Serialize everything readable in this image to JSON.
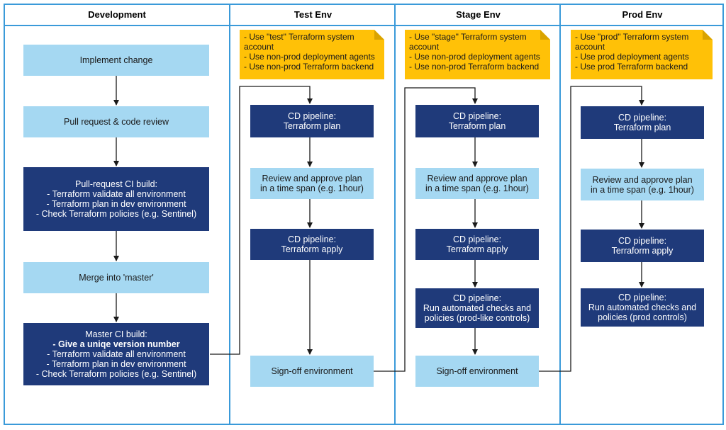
{
  "lanes": {
    "development": "Development",
    "test": "Test Env",
    "stage": "Stage Env",
    "prod": "Prod Env"
  },
  "development": {
    "implement": "Implement change",
    "pull_request": "Pull request & code review",
    "pr_ci_build": {
      "title": "Pull-request CI build:",
      "items": [
        "- Terraform validate all environment",
        "- Terraform plan in dev environment",
        "- Check Terraform policies (e.g. Sentinel)"
      ]
    },
    "merge": "Merge into 'master'",
    "master_ci_build": {
      "title": "Master CI build:",
      "highlight": "- Give a uniqe version number",
      "items": [
        "- Terraform validate all environment",
        "- Terraform plan in dev environment",
        "- Check Terraform policies (e.g. Sentinel)"
      ]
    }
  },
  "test": {
    "note": [
      "- Use \"test\" Terraform system",
      "account",
      "- Use non-prod deployment agents",
      "- Use non-prod Terraform backend"
    ],
    "plan": [
      "CD pipeline:",
      "Terraform plan"
    ],
    "review": [
      "Review and approve plan",
      "in a time span (e.g. 1hour)"
    ],
    "apply": [
      "CD pipeline:",
      "Terraform apply"
    ],
    "signoff": "Sign-off environment"
  },
  "stage": {
    "note": [
      "- Use \"stage\" Terraform system",
      "account",
      "- Use non-prod deployment agents",
      "- Use non-prod Terraform backend"
    ],
    "plan": [
      "CD pipeline:",
      "Terraform plan"
    ],
    "review": [
      "Review and approve plan",
      "in a time span (e.g. 1hour)"
    ],
    "apply": [
      "CD pipeline:",
      "Terraform apply"
    ],
    "checks": [
      "CD pipeline:",
      "Run automated checks and",
      "policies (prod-like controls)"
    ],
    "signoff": "Sign-off environment"
  },
  "prod": {
    "note": [
      "- Use \"prod\" Terraform system",
      "account",
      "- Use prod deployment agents",
      "- Use prod Terraform backend"
    ],
    "plan": [
      "CD pipeline:",
      "Terraform plan"
    ],
    "review": [
      "Review and approve plan",
      "in a time span (e.g. 1hour)"
    ],
    "apply": [
      "CD pipeline:",
      "Terraform apply"
    ],
    "checks": [
      "CD pipeline:",
      "Run automated checks and",
      "policies (prod controls)"
    ]
  },
  "colors": {
    "lane_border": "#3a9ad9",
    "light_box": "#a5d8f2",
    "dark_box": "#1f3a7a",
    "note": "#ffc107"
  }
}
